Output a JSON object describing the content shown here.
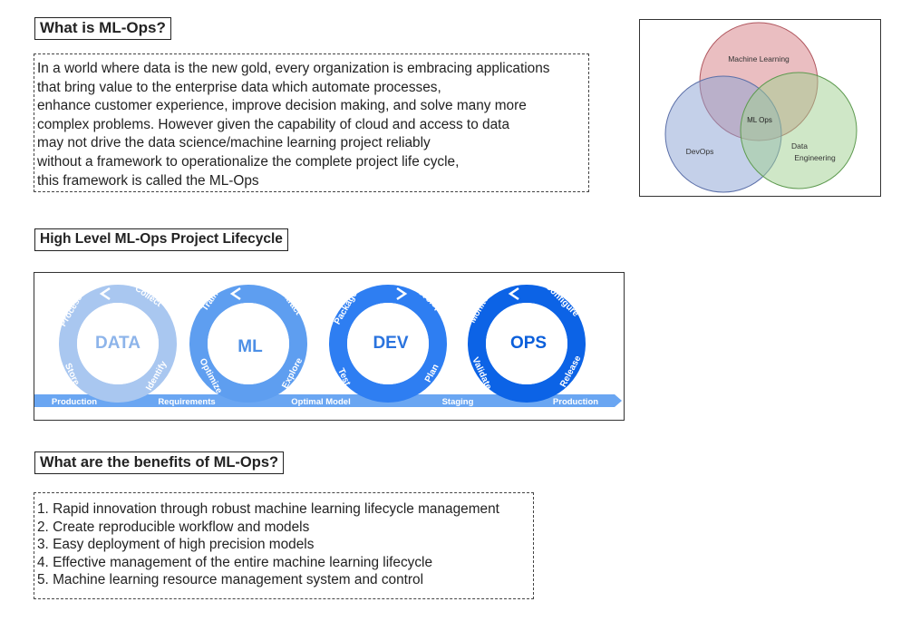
{
  "intro": {
    "heading": "What is ML-Ops?",
    "lines": [
      "In a world where data is the new gold, every organization is embracing applications",
      "that bring value to the enterprise data which automate processes,",
      "enhance customer experience, improve decision making, and solve many more",
      "complex problems. However given the capability of cloud and access to data",
      "may not drive the data science/machine learning project reliably",
      "without a framework to operationalize the complete project life cycle,",
      "this framework is called the ML-Ops"
    ]
  },
  "venn": {
    "machine_learning": "Machine Learning",
    "ml_ops": "ML Ops",
    "devops": "DevOps",
    "data_engineering_1": "Data",
    "data_engineering_2": "Engineering",
    "colors": {
      "ml": "#d9888e",
      "devops": "#8aa1d4",
      "data": "#9fd08f"
    }
  },
  "lifecycle": {
    "heading": "High Level ML-Ops Project Lifecycle",
    "stages": {
      "data": "DATA",
      "ml": "ML",
      "dev": "DEV",
      "ops": "OPS"
    },
    "steps": {
      "collect": "Collect",
      "process": "Process",
      "store": "Store",
      "identify": "Identify",
      "train": "Train",
      "optimize": "Optimize",
      "extract": "Extract",
      "package": "Package",
      "explore": "Explore",
      "test": "Test",
      "develop": "Develop",
      "plan": "Plan",
      "monitor": "Monitor",
      "configure": "Configure",
      "validate": "Validate",
      "release": "Release"
    },
    "arrow_labels": {
      "production_left": "Production",
      "requirements": "Requirements",
      "optimal_model": "Optimal Model",
      "staging": "Staging",
      "production_right": "Production"
    },
    "colors": {
      "data": "#a9c7f0",
      "ml": "#5e9ef0",
      "dev": "#2e7ef2",
      "ops": "#0c63e6"
    }
  },
  "benefits": {
    "heading": "What are the benefits of ML-Ops?",
    "items": [
      "1. Rapid innovation through robust machine learning lifecycle management",
      "2. Create reproducible workflow and models",
      "3. Easy deployment of high precision models",
      "4. Effective management of the entire machine learning lifecycle",
      "5. Machine learning resource management system and control"
    ]
  }
}
